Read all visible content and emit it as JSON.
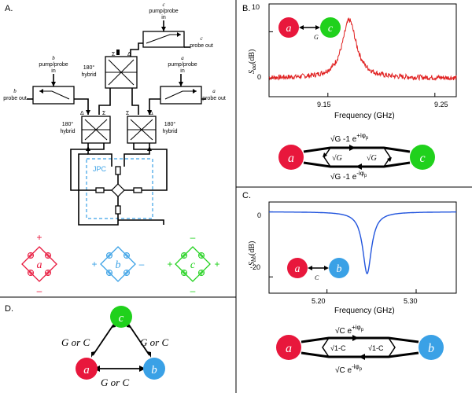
{
  "panels": {
    "a": "A.",
    "b": "B.",
    "c": "C.",
    "d": "D."
  },
  "colors": {
    "mode_a": "#e8173c",
    "mode_b": "#3aa1e6",
    "mode_c": "#20d11c",
    "trace_b": "#e02020",
    "trace_c": "#2255dd",
    "jpc_box": "#3aa1e6"
  },
  "schematic": {
    "pump_c": "pump/probe",
    "pump_c_in": "in",
    "probe_out_c": "probe out",
    "pump_b": "pump/probe",
    "pump_b_in": "in",
    "probe_out_b": "probe out",
    "pump_a": "pump/probe",
    "pump_a_in": "in",
    "probe_out_a": "probe out",
    "hybrid_top_1": "180°",
    "hybrid_top_2": "hybrid",
    "hybrid_left_1": "180°",
    "hybrid_left_2": "hybrid",
    "hybrid_right_1": "180°",
    "hybrid_right_2": "hybrid",
    "jpc": "JPC",
    "sigma": "Σ",
    "delta": "Δ",
    "mode_a": "a",
    "mode_b": "b",
    "mode_c": "c",
    "plus": "+",
    "minus": "–"
  },
  "chart_b": {
    "type": "line",
    "ylabel": "S",
    "ylabel_sub": "aa",
    "ylabel_unit": "(dB)",
    "xlabel": "Frequency (GHz)",
    "xticks": [
      "9.15",
      "9.25"
    ],
    "yticks": [
      "10",
      "0"
    ],
    "xlim": [
      9.095,
      9.27
    ],
    "ylim": [
      -4,
      16
    ],
    "peak_center": 9.17,
    "peak_height_db": 12.5,
    "peak_halfwidth": 0.008,
    "legend_mode_1": "a",
    "legend_mode_2": "c",
    "legend_coupling": "G"
  },
  "chart_c": {
    "type": "line",
    "ylabel": "S",
    "ylabel_sub": "bb",
    "ylabel_unit": "(dB)",
    "xlabel": "Frequency (GHz)",
    "xticks": [
      "5.20",
      "5.30"
    ],
    "yticks": [
      "0",
      "-20"
    ],
    "xlim": [
      5.135,
      5.345
    ],
    "ylim": [
      -25,
      3
    ],
    "dip_center": 5.245,
    "dip_depth_db": -19,
    "dip_halfwidth": 0.006,
    "legend_mode_1": "a",
    "legend_mode_2": "b",
    "legend_coupling": "C"
  },
  "scattering_b": {
    "top": "√G -1 e",
    "top_exp": "+iφ",
    "top_sub": "p",
    "bottom": "√G -1 e",
    "bottom_exp": "-iφ",
    "bottom_sub": "p",
    "left_inner": "√G",
    "right_inner": "√G",
    "node_left": "a",
    "node_right": "c"
  },
  "scattering_c": {
    "top": "√C e",
    "top_exp": "+iφ",
    "top_sub": "p",
    "bottom": "√C e",
    "bottom_exp": "-iφ",
    "bottom_sub": "p",
    "left_inner": "√1-C",
    "right_inner": "√1-C",
    "node_left": "a",
    "node_right": "b"
  },
  "triangle": {
    "node_top": "c",
    "node_left": "a",
    "node_right": "b",
    "edge_left": "G or C",
    "edge_right": "G or C",
    "edge_bottom": "G or C"
  }
}
